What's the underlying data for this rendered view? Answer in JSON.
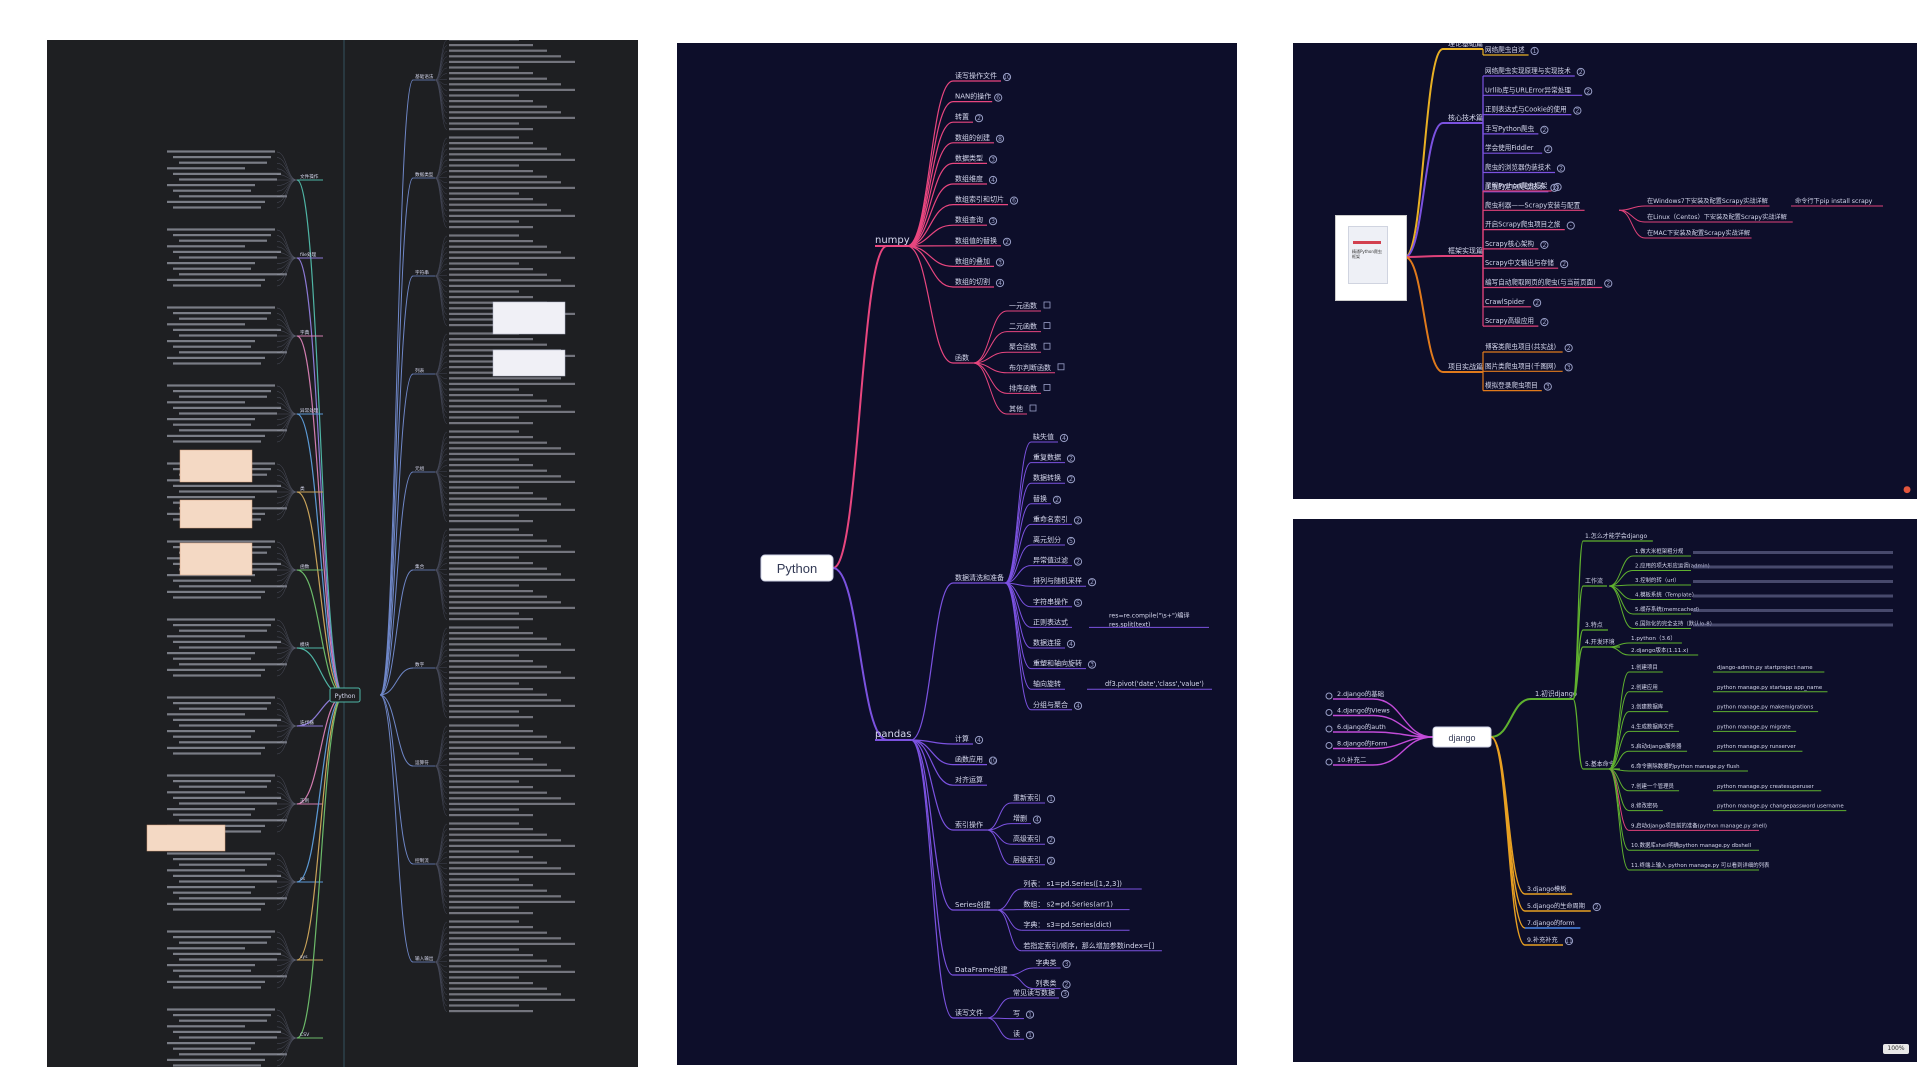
{
  "panel_left": {
    "root": "Python",
    "l1_left": [
      "文件操作",
      "file处理",
      "字典",
      "异常处理",
      "类",
      "函数",
      "模块",
      "迭代器",
      "正则",
      "os",
      "sys",
      "CSV"
    ],
    "l1_right": [
      "基础语法",
      "数据类型",
      "字符串",
      "列表",
      "元组",
      "集合",
      "数字",
      "运算符",
      "控制流",
      "输入输出"
    ]
  },
  "panel_center": {
    "root": "Python",
    "numpy": {
      "label": "numpy",
      "items": [
        {
          "text": "读写操作文件",
          "badge": "10"
        },
        {
          "text": "NAN的操作",
          "badge": "6"
        },
        {
          "text": "转置",
          "badge": "2"
        },
        {
          "text": "数组的创建",
          "badge": "8"
        },
        {
          "text": "数据类型",
          "badge": "3"
        },
        {
          "text": "数组维度",
          "badge": "4"
        },
        {
          "text": "数组索引和切片",
          "badge": "6"
        },
        {
          "text": "数组查询",
          "badge": "3"
        },
        {
          "text": "数组值的替换",
          "badge": "2"
        },
        {
          "text": "数组的叠加",
          "badge": "3"
        },
        {
          "text": "数组的切割",
          "badge": "4"
        }
      ],
      "functions": {
        "label": "函数",
        "items": [
          "一元函数",
          "二元函数",
          "聚合函数",
          "布尔判断函数",
          "排序函数",
          "其他"
        ]
      }
    },
    "pandas": {
      "label": "pandas",
      "cleaning": {
        "label": "数据清洗和准备",
        "items": [
          {
            "text": "缺失值",
            "badge": "4"
          },
          {
            "text": "重复数据",
            "badge": "2"
          },
          {
            "text": "数据转换",
            "badge": "2"
          },
          {
            "text": "替换",
            "badge": "2"
          },
          {
            "text": "重命名索引",
            "badge": "2"
          },
          {
            "text": "离元划分",
            "badge": "5"
          },
          {
            "text": "异常值过滤",
            "badge": "2"
          },
          {
            "text": "排列与随机采样",
            "badge": "2"
          },
          {
            "text": "字符串操作",
            "badge": "5"
          },
          {
            "text": "正则表达式",
            "badge": ""
          },
          {
            "text": "数据连接",
            "badge": "4"
          },
          {
            "text": "重塑和轴向旋转",
            "badge": "3"
          },
          {
            "text": "轴向旋转",
            "badge": ""
          },
          {
            "text": "分组与聚合",
            "badge": "4"
          }
        ],
        "regex_note": "res=re.compile(\"\\s+\")编译\nres.split(text)",
        "pivot_note": "df3.pivot('date','class','value')"
      },
      "others": [
        {
          "text": "计算",
          "badge": "4"
        },
        {
          "text": "函数应用",
          "badge": "10"
        },
        {
          "text": "对齐运算",
          "badge": ""
        }
      ],
      "index": {
        "label": "索引操作",
        "items": [
          {
            "text": "重新索引",
            "badge": "1"
          },
          {
            "text": "增删",
            "badge": "4"
          },
          {
            "text": "高级索引",
            "badge": "2"
          },
          {
            "text": "层级索引",
            "badge": "2"
          }
        ]
      },
      "series": {
        "label": "Series创建",
        "items": [
          "列表：  s1=pd.Series([1,2,3])",
          "数组：  s2=pd.Series(arr1)",
          "字典：  s3=pd.Series(dict)",
          "若指定索引/顺序，那么增加参数index=[]"
        ]
      },
      "dataframe": {
        "label": "DataFrame创建",
        "items": [
          {
            "text": "字典类",
            "badge": "3"
          },
          {
            "text": "列表类",
            "badge": "2"
          }
        ]
      },
      "files": {
        "label": "读写文件",
        "items": [
          {
            "text": "常见读写数据",
            "badge": "3"
          },
          {
            "text": "写",
            "badge": "1"
          },
          {
            "text": "读",
            "badge": "1"
          }
        ]
      }
    }
  },
  "panel_top_right": {
    "book_title": "精通Python爬虫框架",
    "theory": {
      "label": "理论基础篇",
      "items": [
        {
          "text": "网络爬虫自述",
          "badge": "1"
        }
      ]
    },
    "core": {
      "label": "核心技术篇",
      "items": [
        {
          "text": "网络爬虫实现原理与实现技术",
          "badge": "2"
        },
        {
          "text": "Urllib库与URLError异常处理",
          "badge": "2"
        },
        {
          "text": "正则表达式与Cookie的使用",
          "badge": "2"
        },
        {
          "text": "手写Python爬虫",
          "badge": "2"
        },
        {
          "text": "学会使用Fiddler",
          "badge": "2"
        },
        {
          "text": "爬虫的浏览器伪装技术",
          "badge": "2"
        },
        {
          "text": "爬虫的定向爬取技术",
          "badge": "2"
        }
      ]
    },
    "framework": {
      "label": "框架实现篇",
      "items": [
        {
          "text": "了解Python爬虫框架",
          "badge": "3"
        },
        {
          "text": "爬虫利器——Scrapy安装与配置",
          "badge": ""
        },
        {
          "text": "开启Scrapy爬虫项目之旅",
          "badge": "-"
        },
        {
          "text": "Scrapy核心架构",
          "badge": "2"
        },
        {
          "text": "Scrapy中文输出与存储",
          "badge": "2"
        },
        {
          "text": "编写自动爬取网页的爬虫(与当前页面)",
          "badge": "2"
        },
        {
          "text": "CrawlSpider",
          "badge": "2"
        },
        {
          "text": "Scrapy高级应用",
          "badge": "2"
        }
      ],
      "install": [
        "在Windows7下安装及配置Scrapy实战详解",
        "在Linux（Centos）下安装及配置Scrapy实战详解",
        "在MAC下安装及配置Scrapy实战详解"
      ],
      "install_note": "命令行下pip install scrapy"
    },
    "project": {
      "label": "项目实战篇",
      "items": [
        {
          "text": "博客类爬虫项目(共实战)",
          "badge": "2"
        },
        {
          "text": "图片类爬虫项目(千图网)",
          "badge": "3"
        },
        {
          "text": "模拟登录爬虫项目",
          "badge": "3"
        }
      ]
    }
  },
  "panel_bottom_right": {
    "root": "django",
    "left_branches": [
      "2.django的基础",
      "4.django的Views",
      "6.django的auth",
      "8.django的Form",
      "10.补充二"
    ],
    "main": {
      "label": "1.初识django",
      "intro": "1.怎么才能学会django",
      "section_work": "工作流",
      "work_items": [
        "1.做大米框架粗分规",
        "2.应用的项大形应运调(admin)",
        "3.控制的转（url）",
        "4.模板系统（Template）",
        "5.缓存系统(memcached)",
        "6.国际化的完全支持（默认lo-8）"
      ],
      "section_env": "4.开发环境",
      "env_items": [
        "1.python（3.6）",
        "2.django版本(1.11.x)"
      ],
      "section_cmd": "5.基本命令",
      "cmd_items": [
        {
          "label": "1.创建项目",
          "cmd": "django-admin.py startproject name"
        },
        {
          "label": "2.创建应用",
          "cmd": "python manage.py startapp app_name"
        },
        {
          "label": "3.创建数据库",
          "cmd": "python manage.py makemigrations"
        },
        {
          "label": "4.生成数据库文件",
          "cmd": "python manage.py migrate"
        },
        {
          "label": "5.启动django服务器",
          "cmd": "python manage.py runserver"
        },
        {
          "label": "6.命令删除数据的python manage.py flush",
          "cmd": ""
        },
        {
          "label": "7.创建一个管理员",
          "cmd": "python manage.py createsuperuser"
        },
        {
          "label": "8.修改密码",
          "cmd": "python manage.py changepassword username"
        },
        {
          "label": "9.启动django项目前的准备(python manage.py shell)",
          "cmd": ""
        },
        {
          "label": "10.数据库shell明确python manage.py dbshell",
          "cmd": ""
        },
        {
          "label": "11.终端上输入 python manage.py 可以看到详细的列表",
          "cmd": ""
        }
      ],
      "section_3": "3.特点",
      "other": [
        {
          "text": "3.django模板",
          "badge": ""
        },
        {
          "text": "5.django的生命周期",
          "badge": "2"
        },
        {
          "text": "7.django的form",
          "badge": ""
        },
        {
          "text": "9.补充补充",
          "badge": "11"
        }
      ]
    },
    "zoom_label": "100%"
  },
  "colors": {
    "numpy_branch": "#e8467f",
    "pandas_branch": "#7b52e0",
    "theory_branch": "#e8b024",
    "core_branch": "#7b52e0",
    "framework_branch": "#e0427a",
    "project_branch": "#e07a1c",
    "django_main": "#5fb12f",
    "django_left": "#c24bd8",
    "django_other": "#e8a022"
  }
}
